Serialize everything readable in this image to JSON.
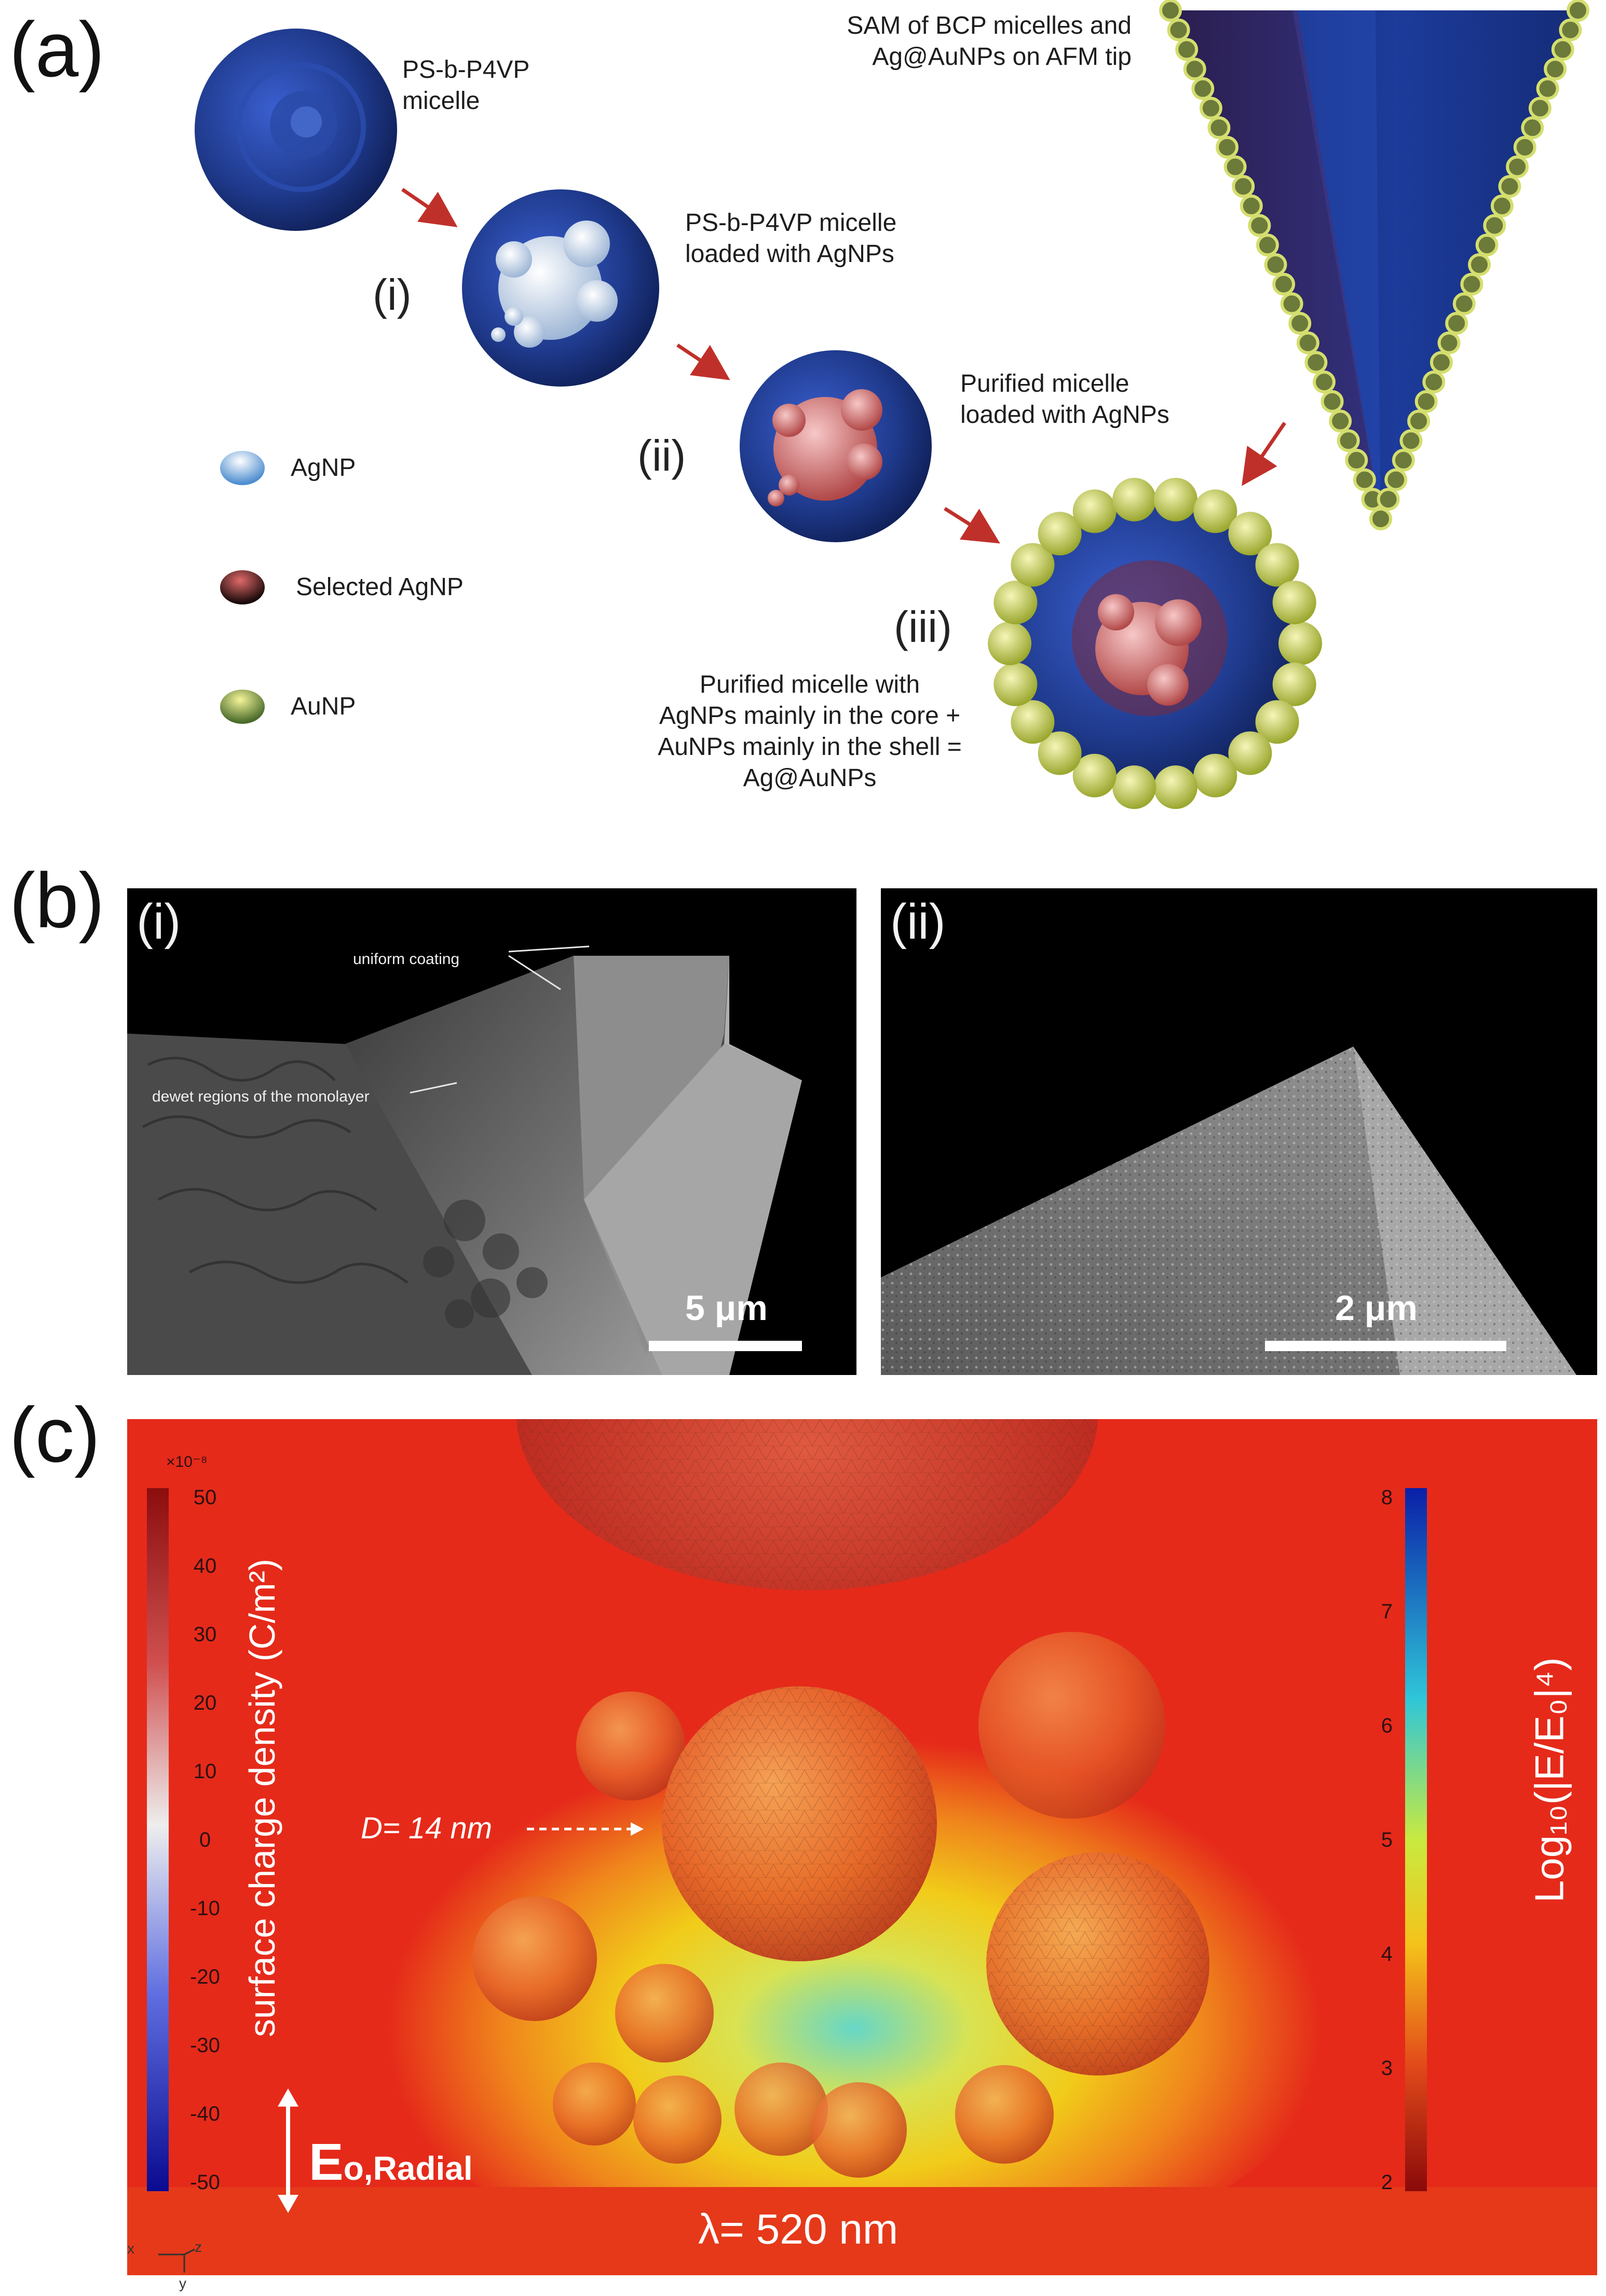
{
  "panels": {
    "a": {
      "letter": "(a)",
      "micelle_label": [
        "PS-b-P4VP",
        "micelle"
      ],
      "loaded_label": [
        "PS-b-P4VP micelle",
        "loaded with AgNPs"
      ],
      "purified_label": [
        "Purified micelle",
        "loaded with AgNPs"
      ],
      "final_label": [
        "Purified micelle with",
        "AgNPs mainly in the core +",
        "AuNPs mainly in the shell =",
        "Ag@AuNPs"
      ],
      "sam_label": [
        "SAM of BCP micelles and",
        "Ag@AuNPs on AFM tip"
      ],
      "step_i": "(i)",
      "step_ii": "(ii)",
      "step_iii": "(iii)",
      "legend": [
        {
          "label": "AgNP",
          "color": "#9cc8ef"
        },
        {
          "label": "Selected AgNP",
          "color": "#a33434"
        },
        {
          "label": "AuNP",
          "color": "#d4de6e"
        }
      ]
    },
    "b": {
      "letter": "(b)",
      "left": {
        "roman": "(i)",
        "annotation_top": "uniform coating",
        "annotation_mid": "dewet regions of the monolayer",
        "scale": "5 μm"
      },
      "right": {
        "roman": "(ii)",
        "scale": "2 μm"
      }
    },
    "c": {
      "letter": "(c)",
      "left_colorbar": {
        "title": "surface charge density (C/m²)",
        "exponent": "×10⁻⁸",
        "ticks": [
          "50",
          "40",
          "30",
          "20",
          "10",
          "0",
          "-10",
          "-20",
          "-30",
          "-40",
          "-50"
        ]
      },
      "right_colorbar": {
        "title": "Log₁₀(|E/E₀|⁴)",
        "ticks": [
          "8",
          "7",
          "6",
          "5",
          "4",
          "3",
          "2"
        ]
      },
      "diameter_label": "D= 14 nm",
      "field_label": "E",
      "field_subscript": "o,Radial",
      "wavelength_label": "λ= 520 nm",
      "axes_labels": [
        "x",
        "z",
        "y"
      ]
    }
  },
  "colors": {
    "micelle_blue": "#1f3a8c",
    "arrow_red": "#c0302a",
    "field_red": "#e52a1a",
    "field_yellow": "#f2d41a"
  }
}
